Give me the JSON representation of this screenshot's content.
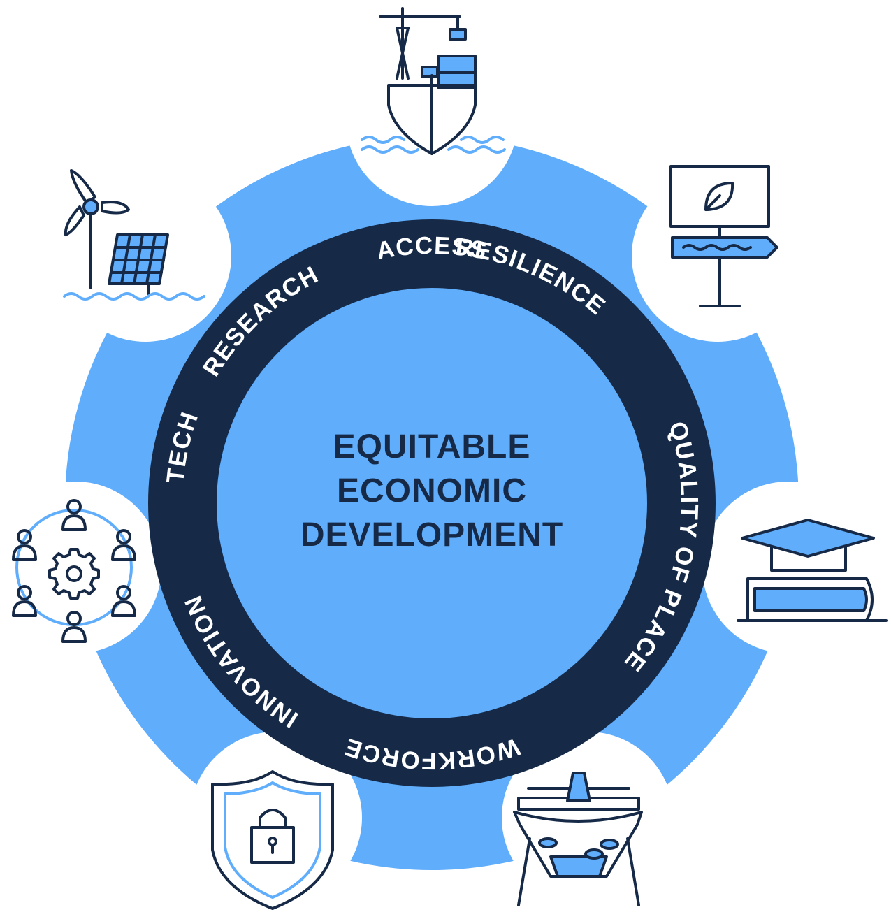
{
  "center": {
    "line1": "EQUITABLE",
    "line2": "ECONOMIC",
    "line3": "DEVELOPMENT"
  },
  "ring_labels": {
    "access": "ACCESS",
    "resilience": "RESILIENCE",
    "quality_of_place": "QUALITY OF PLACE",
    "workforce": "WORKFORCE",
    "innovation": "INNOVATION",
    "tech": "TECH",
    "research": "RESEARCH"
  },
  "icons": {
    "top": "cargo-ship-icon",
    "top_right": "leaf-signpost-icon",
    "right": "graduation-cap-book-icon",
    "bottom_right": "fish-farm-icon",
    "bottom_left": "security-shield-icon",
    "left": "community-gear-icon",
    "top_left": "wind-solar-icon"
  },
  "colors": {
    "light_blue": "#5fadfb",
    "navy": "#162a48",
    "white": "#ffffff"
  }
}
